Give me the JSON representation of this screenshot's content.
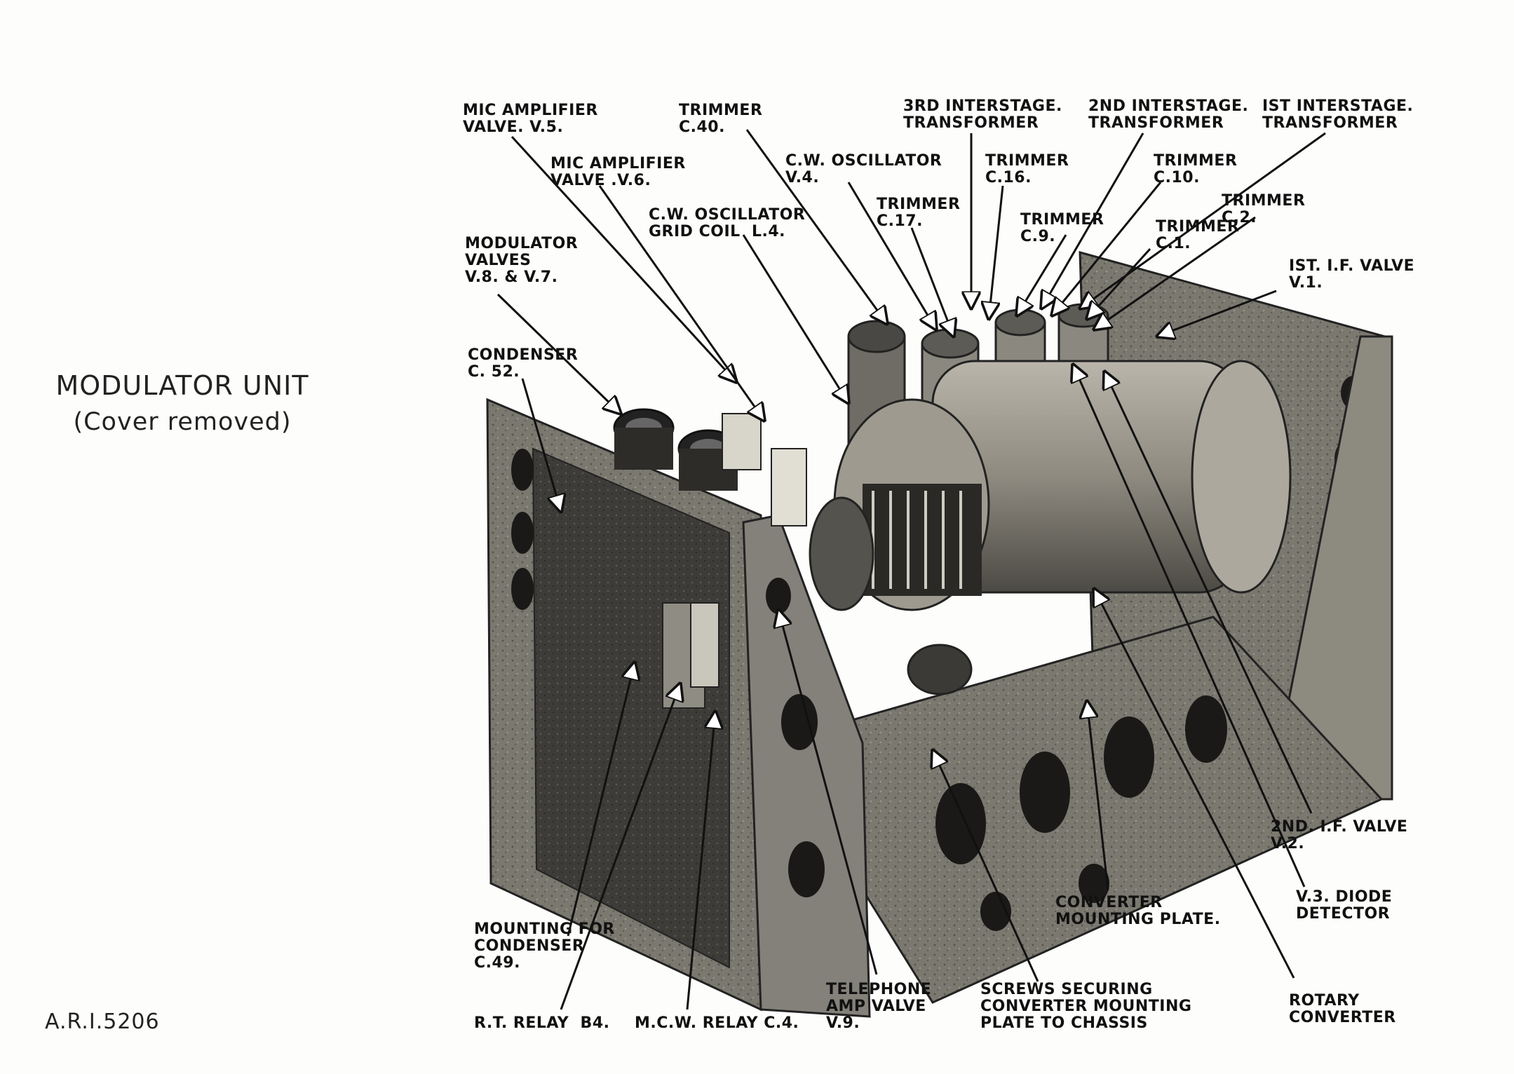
{
  "title": {
    "line1": "MODULATOR UNIT",
    "line2": "(Cover removed)"
  },
  "reference": "A.R.I.5206",
  "callouts": [
    {
      "id": "mic-amp-v5",
      "text": "MIC AMPLIFIER\nVALVE. V.5."
    },
    {
      "id": "trimmer-c40",
      "text": "TRIMMER\nC.40."
    },
    {
      "id": "third-interstage",
      "text": "3RD INTERSTAGE.\nTRANSFORMER"
    },
    {
      "id": "second-interstage",
      "text": "2ND INTERSTAGE.\nTRANSFORMER"
    },
    {
      "id": "first-interstage",
      "text": "IST INTERSTAGE.\nTRANSFORMER"
    },
    {
      "id": "mic-amp-v6",
      "text": "MIC AMPLIFIER\nVALVE .V.6."
    },
    {
      "id": "cw-osc-v4",
      "text": "C.W. OSCILLATOR\nV.4."
    },
    {
      "id": "trimmer-c16",
      "text": "TRIMMER\nC.16."
    },
    {
      "id": "trimmer-c10",
      "text": "TRIMMER\nC.10."
    },
    {
      "id": "trimmer-c17",
      "text": "TRIMMER\nC.17."
    },
    {
      "id": "cw-osc-grid-coil",
      "text": "C.W. OSCILLATOR\nGRID COIL  L.4."
    },
    {
      "id": "trimmer-c9",
      "text": "TRIMMER\nC.9."
    },
    {
      "id": "trimmer-c1",
      "text": "TRIMMER\nC.1."
    },
    {
      "id": "trimmer-c2",
      "text": "TRIMMER\nC.2."
    },
    {
      "id": "modulator-valves",
      "text": "MODULATOR\nVALVES\nV.8. & V.7."
    },
    {
      "id": "first-if-valve",
      "text": "IST. I.F. VALVE\nV.1."
    },
    {
      "id": "condenser-c52",
      "text": "CONDENSER\nC. 52."
    },
    {
      "id": "second-if-valve",
      "text": "2ND. I.F. VALVE\nV.2."
    },
    {
      "id": "v3-diode",
      "text": "V.3. DIODE\nDETECTOR"
    },
    {
      "id": "converter-plate",
      "text": "CONVERTER\nMOUNTING PLATE."
    },
    {
      "id": "mounting-c49",
      "text": "MOUNTING FOR\nCONDENSER\nC.49."
    },
    {
      "id": "telephone-amp",
      "text": "TELEPHONE\nAMP VALVE\nV.9."
    },
    {
      "id": "screws-securing",
      "text": "SCREWS SECURING\nCONVERTER MOUNTING\nPLATE TO CHASSIS"
    },
    {
      "id": "rotary-converter",
      "text": "ROTARY\nCONVERTER"
    },
    {
      "id": "rt-relay",
      "text": "R.T. RELAY  B4."
    },
    {
      "id": "mcw-relay",
      "text": "M.C.W. RELAY C.4."
    }
  ]
}
